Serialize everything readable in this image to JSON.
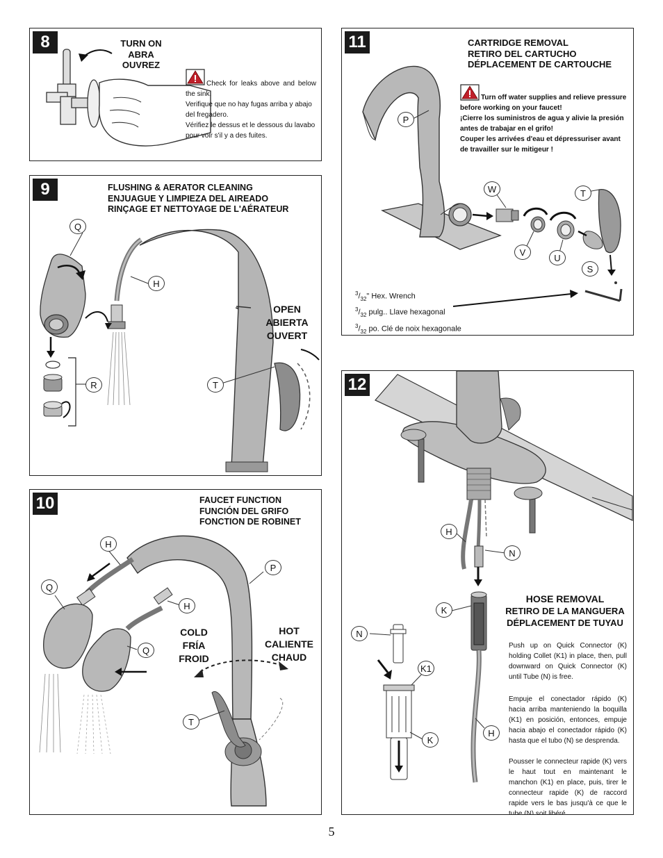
{
  "page_number": "5",
  "step8": {
    "number": "8",
    "turn_on": [
      "TURN ON",
      "ABRA",
      "OUVREZ"
    ],
    "warning_en": "Check for leaks above and below the sink.",
    "warning_es": "Verifique que no hay fugas arriba y abajo del fregadero.",
    "warning_fr": "Vérifiez le dessus et le dessous du lavabo pour voir s'il y a des fuites."
  },
  "step9": {
    "number": "9",
    "title": [
      "FLUSHING & AERATOR CLEANING",
      "ENJUAGUE Y LIMPIEZA DEL AIREADO",
      "RINÇAGE ET NETTOYAGE DE L'AÉRATEUR"
    ],
    "open": [
      "OPEN",
      "ABIERTA",
      "OUVERT"
    ],
    "labels": {
      "q": "Q",
      "h": "H",
      "r": "R",
      "t": "T"
    }
  },
  "step10": {
    "number": "10",
    "title": [
      "FAUCET FUNCTION",
      "FUNCIÓN DEL GRIFO",
      "FONCTION DE ROBINET"
    ],
    "cold": [
      "COLD",
      "FRÍA",
      "FROID"
    ],
    "hot": [
      "HOT",
      "CALIENTE",
      "CHAUD"
    ],
    "labels": {
      "h1": "H",
      "p": "P",
      "q1": "Q",
      "h2": "H",
      "q2": "Q",
      "t": "T"
    }
  },
  "step11": {
    "number": "11",
    "title": [
      "CARTRIDGE REMOVAL",
      "RETIRO DEL CARTUCHO",
      "DÉPLACEMENT DE CARTOUCHE"
    ],
    "warning": [
      "Turn off water supplies and relieve pressure before working on your faucet!",
      "¡Cierre los suministros de agua y alivie la presión antes de trabajar en el grifo!",
      "Couper les arrivées d'eau et dépressuriser avant de travailler sur le mitigeur !"
    ],
    "wrench_en": "\" Hex. Wrench",
    "wrench_es": " pulg.. Llave hexagonal",
    "wrench_fr": " po. Clé de noix hexagonale",
    "fraction_num": "3",
    "fraction_den": "32",
    "labels": {
      "p": "P",
      "w": "W",
      "t": "T",
      "v": "V",
      "u": "U",
      "s": "S"
    }
  },
  "step12": {
    "number": "12",
    "title": [
      "HOSE REMOVAL",
      "RETIRO DE LA MANGUERA",
      "DÉPLACEMENT DE TUYAU"
    ],
    "para_en": "Push up on Quick Connector (K) holding Collet (K1) in place, then, pull downward on Quick Connector (K) until Tube (N) is free.",
    "para_es": "Empuje el conectador rápido (K) hacia arriba manteniendo la boquilla (K1) en posición, entonces, empuje hacia abajo el conectador rápido (K) hasta que el tubo (N) se desprenda.",
    "para_fr": "Pousser le connecteur rapide (K) vers le haut tout en maintenant le manchon (K1) en place, puis, tirer le connecteur rapide (K) de raccord rapide vers le bas jusqu'à ce que le tube (N) soit libéré.",
    "labels": {
      "h1": "H",
      "n1": "N",
      "k": "K",
      "n2": "N",
      "k1": "K1",
      "k2": "K",
      "h2": "H"
    }
  }
}
